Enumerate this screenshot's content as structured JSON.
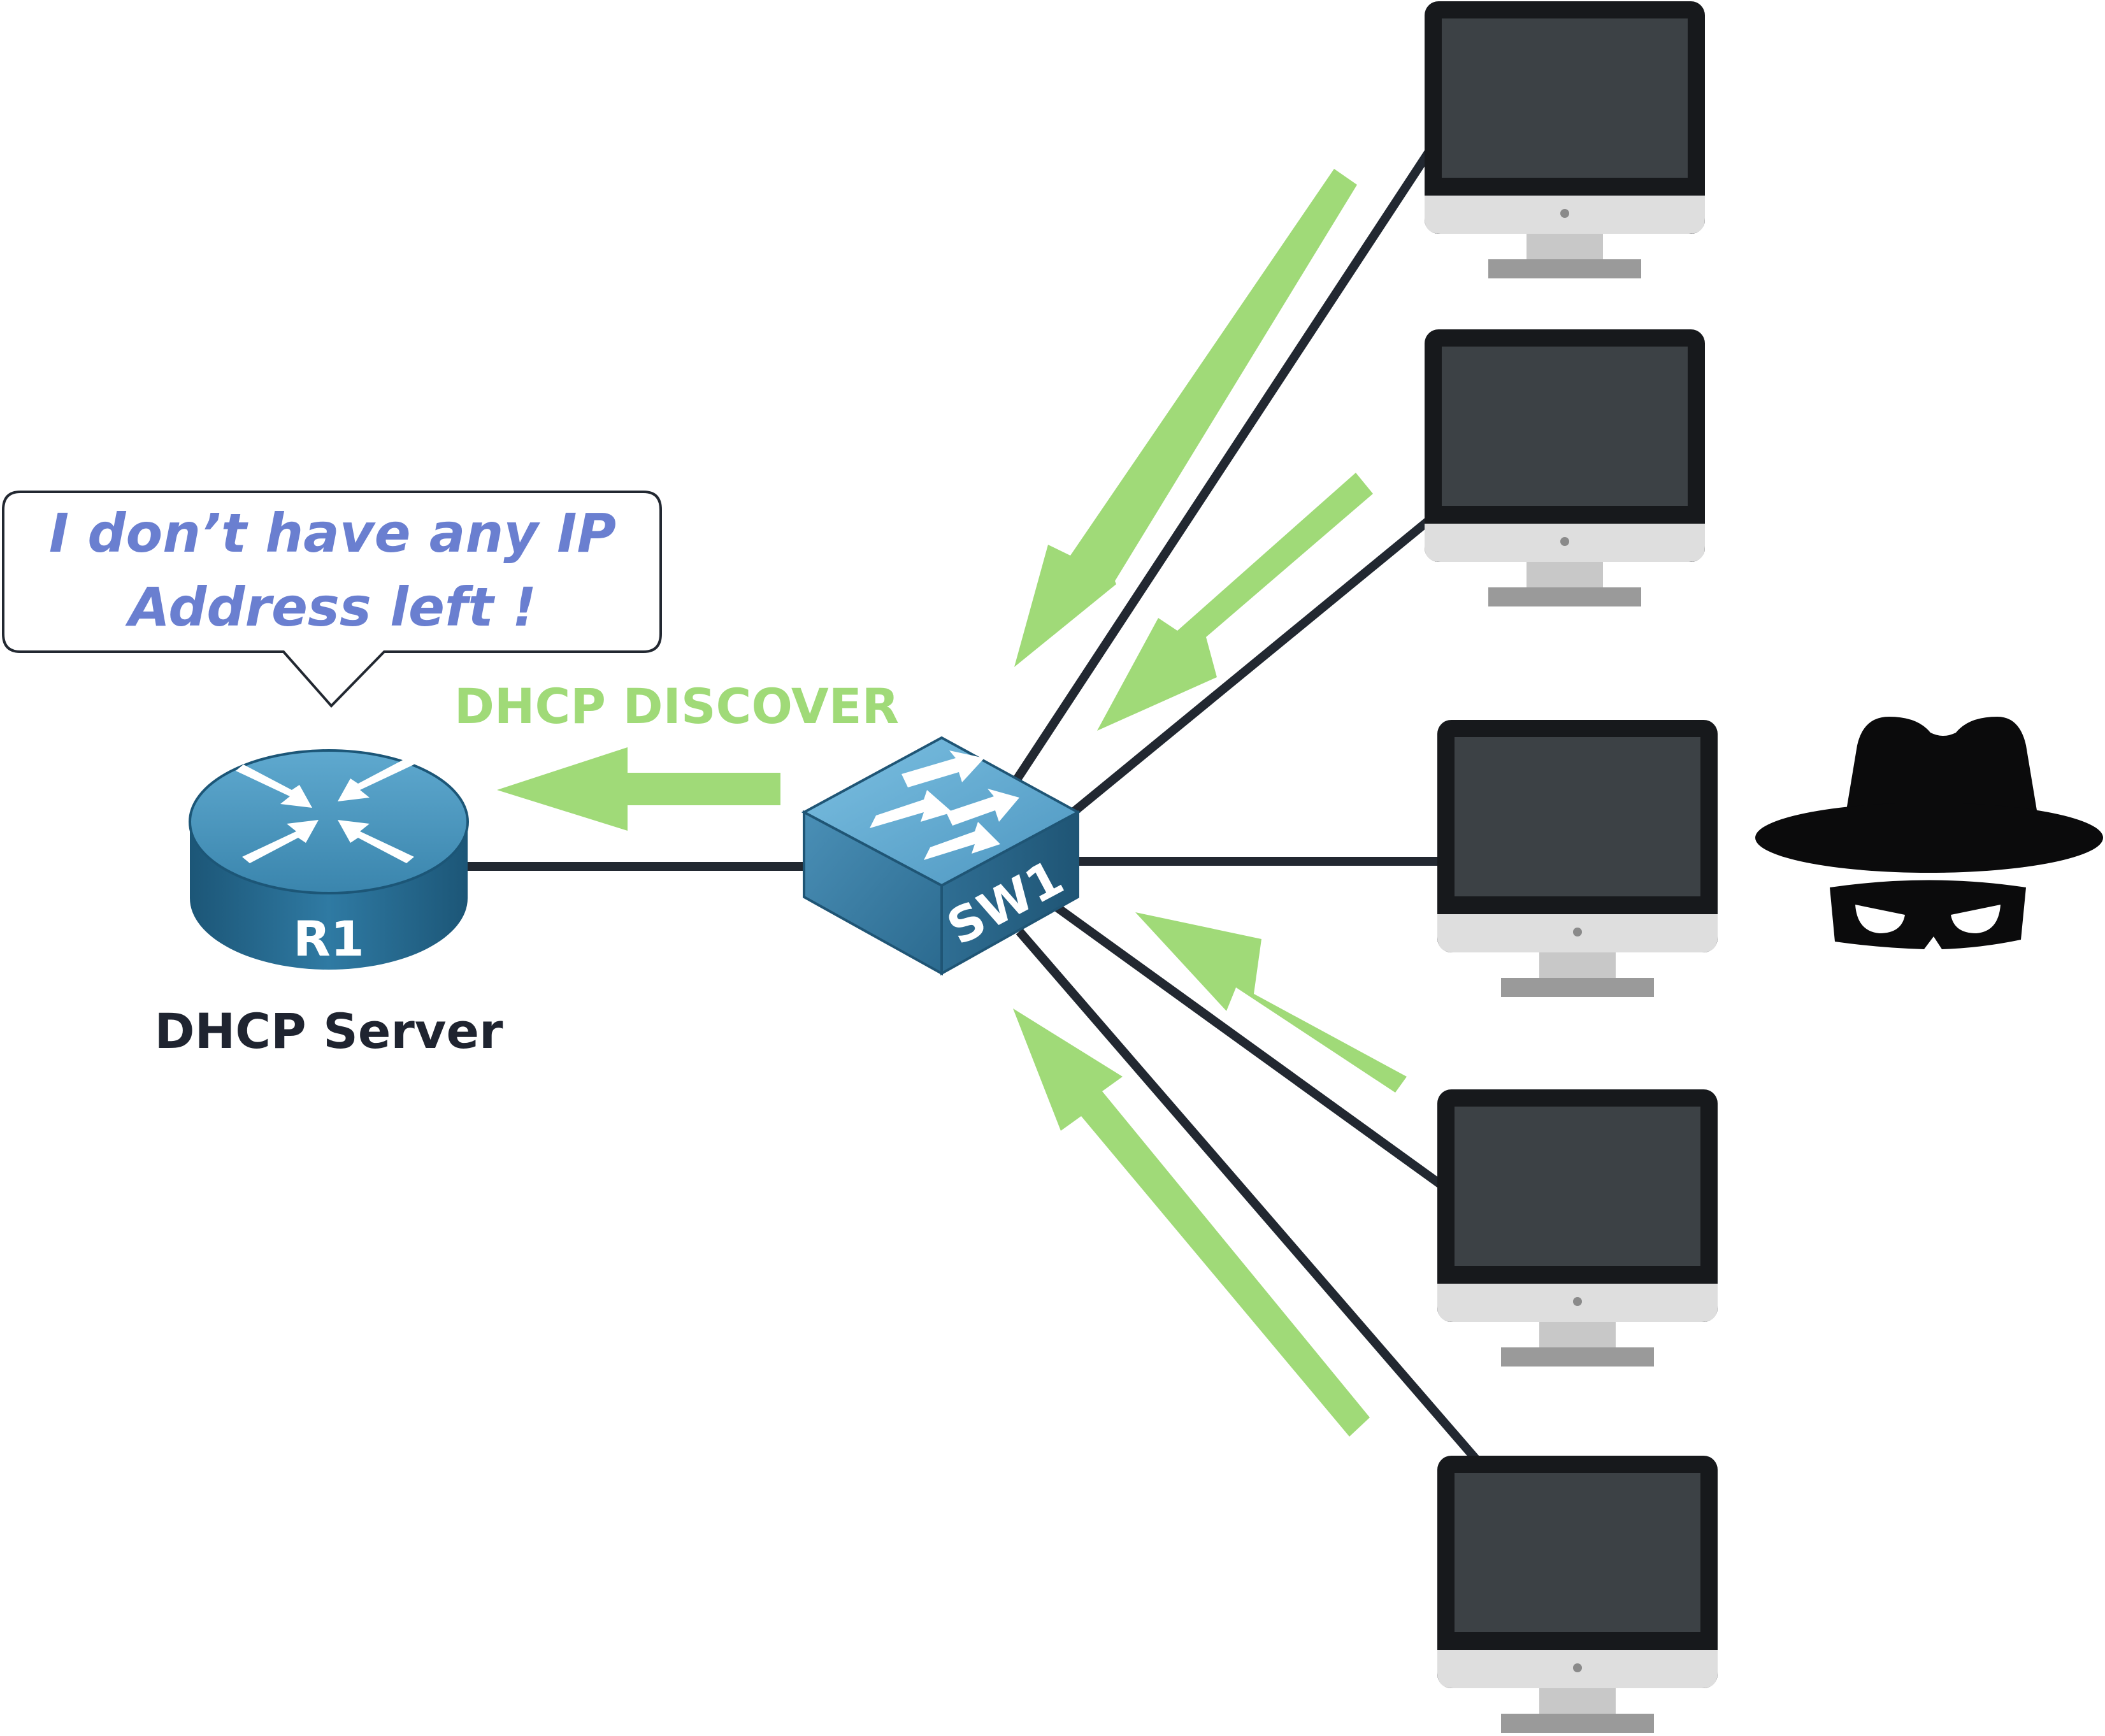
{
  "speech_bubble": {
    "line1": "I don’t have any IP",
    "line2": "Address left !"
  },
  "discover_label": "DHCP DISCOVER",
  "router": {
    "name": "R1",
    "role": "DHCP Server"
  },
  "switch": {
    "name": "SW1"
  },
  "computers": [
    {
      "id": "pc1"
    },
    {
      "id": "pc2"
    },
    {
      "id": "pc3"
    },
    {
      "id": "pc4"
    },
    {
      "id": "pc5"
    }
  ],
  "colors": {
    "arrow": "#a0da78",
    "bubble_text": "#6a7fd0",
    "link": "#222831",
    "label": "#1f2430",
    "router_fill": "#3a85ad",
    "switch_fill": "#5fa6cc",
    "monitor_frame": "#17191c",
    "monitor_screen": "#3c4145",
    "monitor_chin": "#dedede",
    "stand": "#c8c8c8"
  },
  "icons": [
    "router-icon",
    "switch-icon",
    "computer-icon",
    "spy-hacker-icon"
  ]
}
